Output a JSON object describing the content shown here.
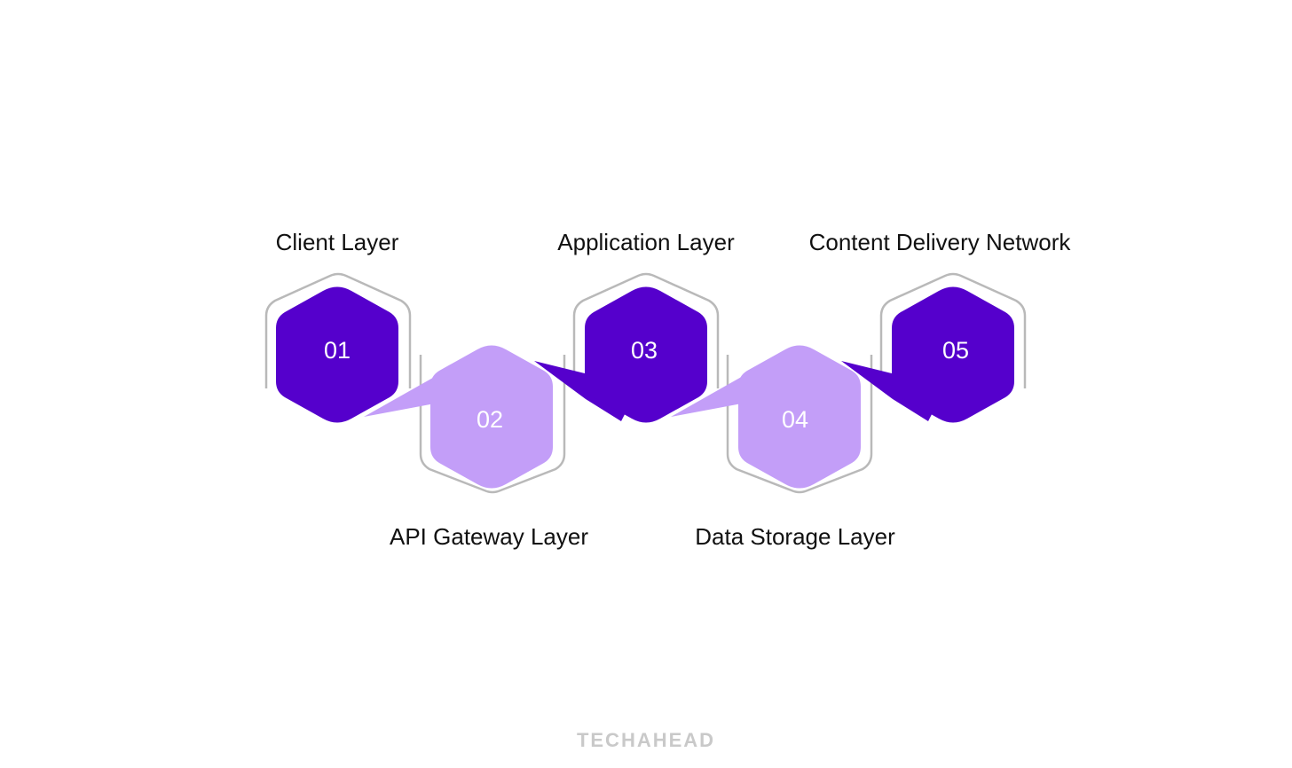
{
  "steps": [
    {
      "number": "01",
      "label": "Client Layer"
    },
    {
      "number": "02",
      "label": "API Gateway Layer"
    },
    {
      "number": "03",
      "label": "Application Layer"
    },
    {
      "number": "04",
      "label": "Data Storage Layer"
    },
    {
      "number": "05",
      "label": "Content Delivery Network"
    }
  ],
  "watermark": "TECHAHEAD",
  "colors": {
    "dark_purple": "#5500cc",
    "light_purple": "#c39ef8",
    "outline_gray": "#b9b9b9",
    "number_text": "#ffffff",
    "label_text": "#111111",
    "watermark": "#c9c9c9"
  }
}
